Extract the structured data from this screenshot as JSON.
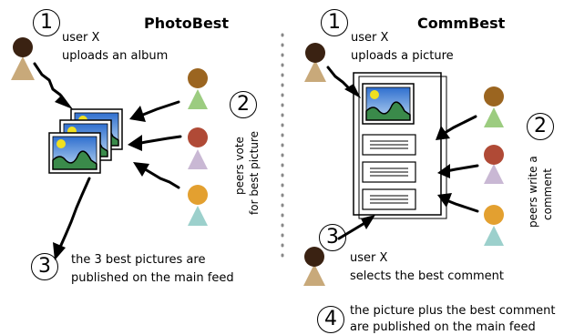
{
  "photobest": {
    "title": "PhotoBest",
    "step1_number": "1",
    "step1_line1": "user X",
    "step1_line2": "uploads an album",
    "step2_number": "2",
    "step2_line1": "peers vote",
    "step2_line2": "for best picture",
    "step3_number": "3",
    "step3_line1": "the 3 best pictures are",
    "step3_line2": "published on the main feed"
  },
  "commbest": {
    "title": "CommBest",
    "step1_number": "1",
    "step1_line1": "user X",
    "step1_line2": "uploads a picture",
    "step2_number": "2",
    "step2_line1": "peers write a",
    "step2_line2": "comment",
    "step3_number": "3",
    "step3_line1": "user X",
    "step3_line2": "selects the best comment",
    "step4_number": "4",
    "step4_line1": "the picture plus the best comment",
    "step4_line2": "are published on the main feed"
  },
  "colors": {
    "user_x": "#3a2212",
    "user_x_body": "#c8a97a",
    "peer_1": "#9b6520",
    "peer_1_body": "#9ccc80",
    "peer_2": "#b04a36",
    "peer_2_body": "#c9b8d4",
    "peer_3": "#e3a030",
    "peer_3_body": "#9cd0cc",
    "sky": "#4a8fd8",
    "sun": "#f0e020",
    "hills": "#3a8a4a"
  }
}
